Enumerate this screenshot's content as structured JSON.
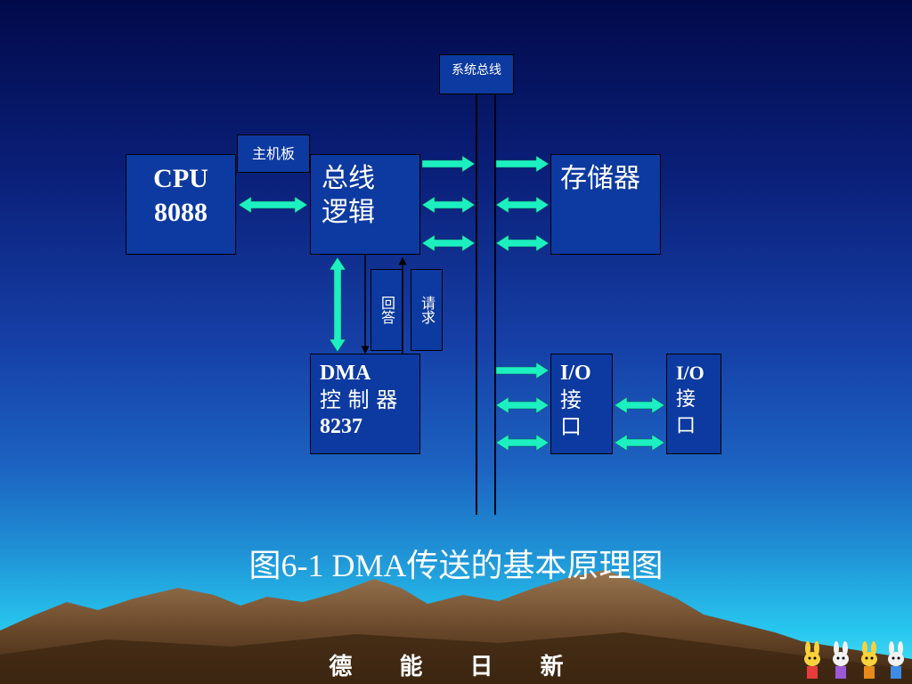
{
  "diagram": {
    "system_bus_label": "系统总线",
    "motherboard_label": "主机板",
    "cpu": {
      "line1": "CPU",
      "line2": "8088"
    },
    "bus_logic": {
      "line1": "总线",
      "line2": "逻辑"
    },
    "memory_label": "存储器",
    "ack_label": "回答",
    "request_label": "请求",
    "dma": {
      "line1": "DMA",
      "line2": "控 制 器",
      "line3": "8237"
    },
    "io1": {
      "line1": "I/O",
      "line2": "接",
      "line3": "口"
    },
    "io2": {
      "line1": "I/O",
      "line2": "接",
      "line3": "口"
    },
    "arrow_color": "#1df0c0"
  },
  "caption": "图6-1  DMA传送的基本原理图",
  "footer": "德 能 日 新",
  "icons": [
    "cartoon-mascot-icon",
    "cartoon-mascot-icon",
    "cartoon-mascot-icon",
    "cartoon-mascot-icon"
  ]
}
